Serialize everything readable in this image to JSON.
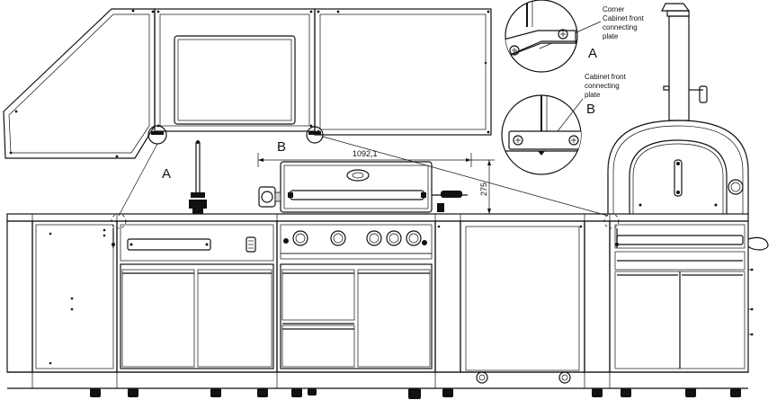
{
  "labels": {
    "a_main": "A",
    "b_main": "B",
    "a_callout": "A",
    "b_callout": "B",
    "dimension_width": "1092,1",
    "dimension_height": "275"
  },
  "callouts": {
    "corner_plate": [
      "Corner",
      "Cabinet front",
      "connecting",
      "plate"
    ],
    "front_plate": [
      "Cabinet front",
      "connecting",
      "plate"
    ]
  }
}
